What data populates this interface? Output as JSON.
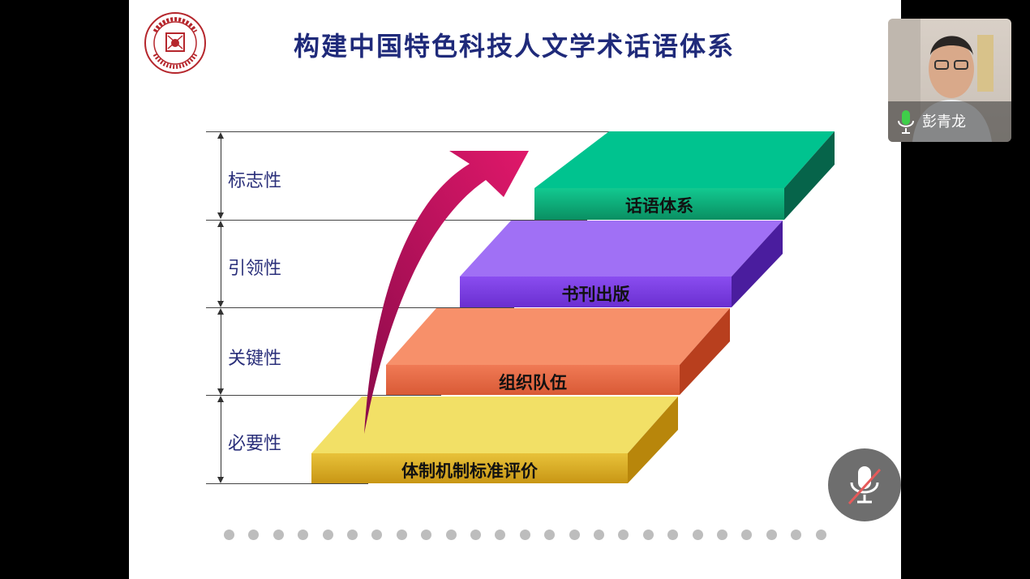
{
  "slide": {
    "title": "构建中国特色科技人文学术话语体系",
    "side_labels": [
      "标志性",
      "引领性",
      "关键性",
      "必要性"
    ],
    "steps": [
      {
        "label": "话语体系",
        "top_color": "#00c38f",
        "front_color": "#0a9a6a",
        "side_color": "#06644a"
      },
      {
        "label": "书刊出版",
        "top_color": "#a070f5",
        "front_color": "#7b3ee0",
        "side_color": "#4a1d9e"
      },
      {
        "label": "组织队伍",
        "top_color": "#f7906a",
        "front_color": "#e86c4b",
        "side_color": "#b83f1e"
      },
      {
        "label": "体制机制标准评价",
        "top_color": "#f2e066",
        "front_color": "#e0b72a",
        "side_color": "#b8860b"
      }
    ],
    "arrow_color": "#d0145a",
    "page_dot_count": 25
  },
  "participant": {
    "name": "彭青龙",
    "mic_icon": "microphone-icon"
  },
  "controls": {
    "mute_icon": "microphone-muted-icon"
  }
}
